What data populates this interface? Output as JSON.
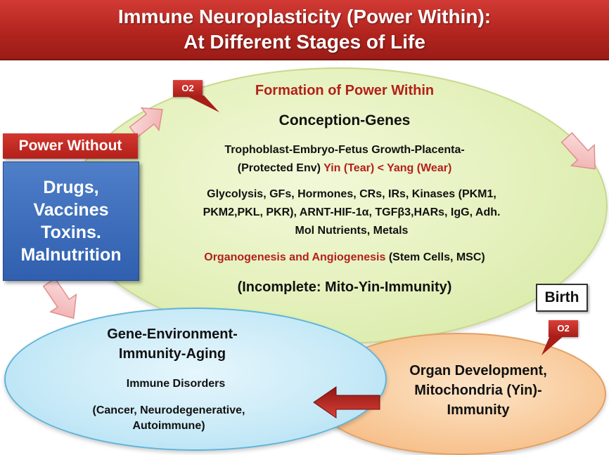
{
  "title": {
    "line1": "Immune Neuroplasticity (Power Within):",
    "line2": "At Different Stages of Life"
  },
  "power_without": {
    "label": "Power Without",
    "items": [
      "Drugs,",
      "Vaccines",
      "Toxins.",
      "Malnutrition"
    ]
  },
  "badges": {
    "o2_top": "O2",
    "o2_right": "O2",
    "birth": "Birth"
  },
  "formation": {
    "heading": "Formation of Power Within",
    "subheading": "Conception-Genes",
    "line1": "Trophoblast-Embryo-Fetus Growth-Placenta-",
    "line2_prefix": "(Protected Env) ",
    "line2_red": "Yin (Tear) < Yang (Wear)",
    "line3": "Glycolysis, GFs, Hormones, CRs, IRs, Kinases (PKM1,",
    "line4": "PKM2,PKL, PKR), ARNT-HIF-1α, TGFβ3,HARs, IgG, Adh.",
    "line5": "Mol Nutrients, Metals",
    "line6_red": "Organogenesis and Angiogenesis",
    "line6_suffix": " (Stem Cells, MSC)",
    "line7": "(Incomplete: Mito-Yin-Immunity)"
  },
  "organ": {
    "line1": "Organ Development,",
    "line2": "Mitochondria (Yin)-",
    "line3": "Immunity"
  },
  "aging": {
    "heading1": "Gene-Environment-",
    "heading2": "Immunity-Aging",
    "sub": "Immune Disorders",
    "line1": "(Cancer, Neurodegenerative,",
    "line2": "Autoimmune)"
  },
  "colors": {
    "banner_red": "#b3201a",
    "accent_red": "#b3201a",
    "blue_box": "#2f5fae",
    "green_ellipse": "#e6f2c0",
    "peach_ellipse": "#f7c28e",
    "blue_ellipse": "#c6e9f7",
    "arrow_pink": "#f4b7b7"
  }
}
